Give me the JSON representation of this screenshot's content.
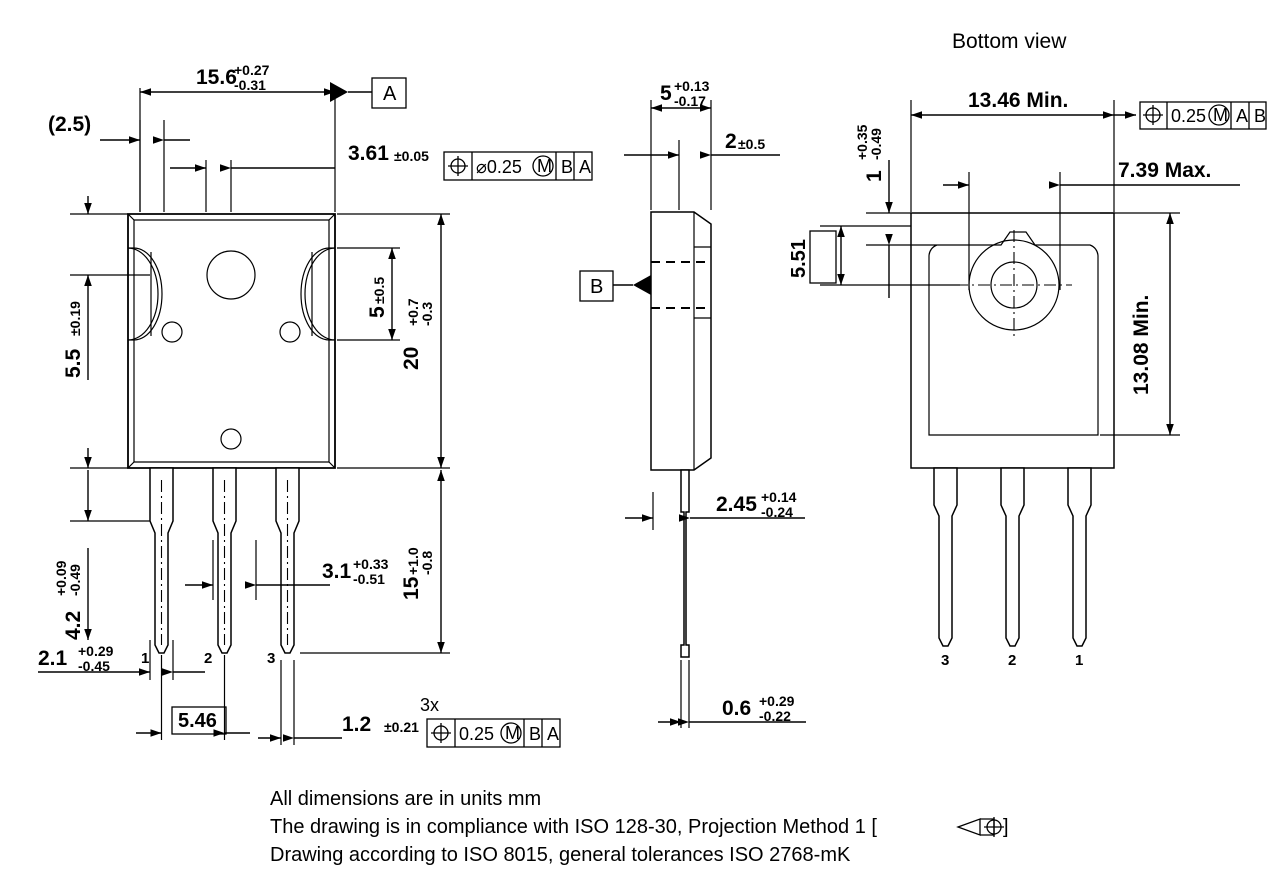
{
  "drawing": {
    "title_bottom_view": "Bottom view",
    "units_note": "All dimensions are in units mm",
    "standard_note": "The drawing is in compliance with ISO 128-30, Projection Method 1 [",
    "standard_note_end": "]",
    "tolerance_note": "Drawing according to ISO 8015, general tolerances ISO 2768-mK"
  },
  "front_view": {
    "dim_width_overall": {
      "value": "15.6",
      "tol_upper": "+0.27",
      "tol_lower": "-0.31"
    },
    "dim_edge_ref": {
      "value": "(2.5)"
    },
    "dim_pin_offset": {
      "value": "3.61",
      "tol": "±0.05"
    },
    "dim_height_body": {
      "value": "20",
      "tol_upper": "+0.7",
      "tol_lower": "-0.3"
    },
    "dim_notch_height": {
      "value": "5",
      "tol": "±0.5"
    },
    "dim_top_to_hole": {
      "value": "5.5",
      "tol": "±0.19"
    },
    "dim_lead_length": {
      "value": "15",
      "tol_upper": "+1.0",
      "tol_lower": "-0.8"
    },
    "dim_lead_shoulder": {
      "value": "4.2",
      "tol_upper": "+0.09",
      "tol_lower": "-0.49"
    },
    "dim_lead_base_width": {
      "value": "2.1",
      "tol_upper": "+0.29",
      "tol_lower": "-0.45"
    },
    "dim_lead_pitch_mid": {
      "value": "3.1",
      "tol_upper": "+0.33",
      "tol_lower": "-0.51"
    },
    "dim_lead_pitch_boxed": {
      "value": "5.46"
    },
    "dim_lead_tip_width": {
      "value": "1.2",
      "tol": "±0.21"
    },
    "qty_label": "3x",
    "datum_a": "A",
    "fcf_pin_offset": {
      "symbol": "position",
      "dia": "⌀",
      "value": "0.25",
      "modifier": "M",
      "datums": [
        "B",
        "A"
      ]
    },
    "fcf_leads": {
      "symbol": "position",
      "value": "0.25",
      "modifier": "M",
      "datums": [
        "B",
        "A"
      ]
    },
    "pin_numbers": [
      "1",
      "2",
      "3"
    ]
  },
  "side_view": {
    "dim_thickness": {
      "value": "5",
      "tol_upper": "+0.13",
      "tol_lower": "-0.17"
    },
    "dim_offset": {
      "value": "2",
      "tol": "±0.5"
    },
    "dim_lead_thick_upper": {
      "value": "2.45",
      "tol_upper": "+0.14",
      "tol_lower": "-0.24"
    },
    "dim_lead_thick_lower": {
      "value": "0.6",
      "tol_upper": "+0.29",
      "tol_lower": "-0.22"
    },
    "datum_b": "B"
  },
  "bottom_view": {
    "dim_pad_width": {
      "value": "13.46 Min."
    },
    "dim_hole_center": {
      "value": "7.39 Max."
    },
    "dim_pad_height": {
      "value": "13.08 Min."
    },
    "dim_edge_top": {
      "value": "1",
      "tol_upper": "+0.35",
      "tol_lower": "-0.49"
    },
    "dim_edge_left_boxed": {
      "value": "5.51"
    },
    "fcf_pad": {
      "symbol": "position",
      "value": "0.25",
      "modifier": "M",
      "datums": [
        "A",
        "B"
      ]
    },
    "pin_numbers": [
      "3",
      "2",
      "1"
    ]
  },
  "colors": {
    "line": "#000000",
    "background": "#ffffff"
  }
}
